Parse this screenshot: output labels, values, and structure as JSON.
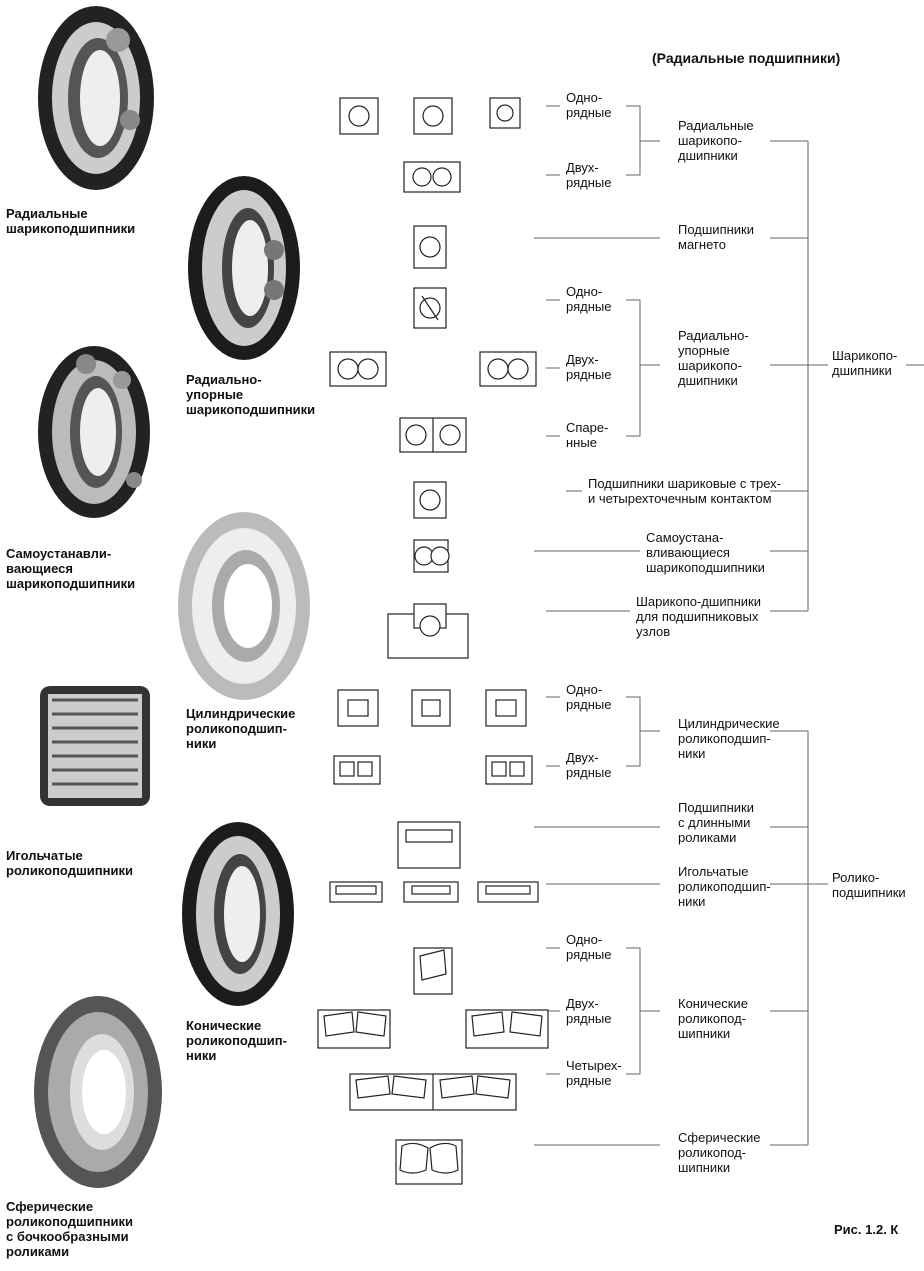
{
  "header": "(Радиальные подшипники)",
  "figure_caption": "Рис. 1.2. К",
  "photo_captions": {
    "radial_ball": "Радиальные\nшарикоподшипники",
    "angular_contact": "Радиально-\nупорные\nшарикоподшипники",
    "self_aligning": "Самоустанавли-\nвающиеся\nшарикоподшипники",
    "cylindrical": "Цилиндрические\nроликоподшип-\nники",
    "needle": "Игольчатые\nроликоподшипники",
    "tapered": "Конические\nроликоподшип-\nники",
    "spherical": "Сферические\nроликоподшипники\nс бочкообразными\nроликами"
  },
  "rows": {
    "single_row_1": "Одно-\nрядные",
    "double_row_1": "Двух-\nрядные",
    "single_row_2": "Одно-\nрядные",
    "double_row_2": "Двух-\nрядные",
    "paired": "Спаре-\nнные",
    "single_row_3": "Одно-\nрядные",
    "double_row_3": "Двух-\nрядные",
    "single_row_4": "Одно-\nрядные",
    "double_row_4": "Двух-\nрядные",
    "four_row": "Четырех-\nрядные"
  },
  "subtypes": {
    "radial_ball": "Радиальные\nшарикопо-\nдшипники",
    "magneto": "Подшипники\nмагнето",
    "angular_contact": "Радиально-\nупорные\nшарикопо-\nдшипники",
    "four_point": "Подшипники шариковые с трех-\nи четырехточечным контактом",
    "self_aligning": "Самоустана-\nвливающиеся\nшарикоподшипники",
    "unit_bearings": "Шарикопо-дшипники\nдля подшипниковых\nузлов",
    "cylindrical": "Цилиндрические\nроликоподшип-\nники",
    "long_roller": "Подшипники\nс длинными\nроликами",
    "needle": "Игольчатые\nроликоподшип-\nники",
    "tapered": "Конические\nроликопод-\nшипники",
    "spherical": "Сферические\nроликопод-\nшипники"
  },
  "groups": {
    "ball": "Шарикопо-\nдшипники",
    "roller": "Ролико-\nподшипники"
  }
}
